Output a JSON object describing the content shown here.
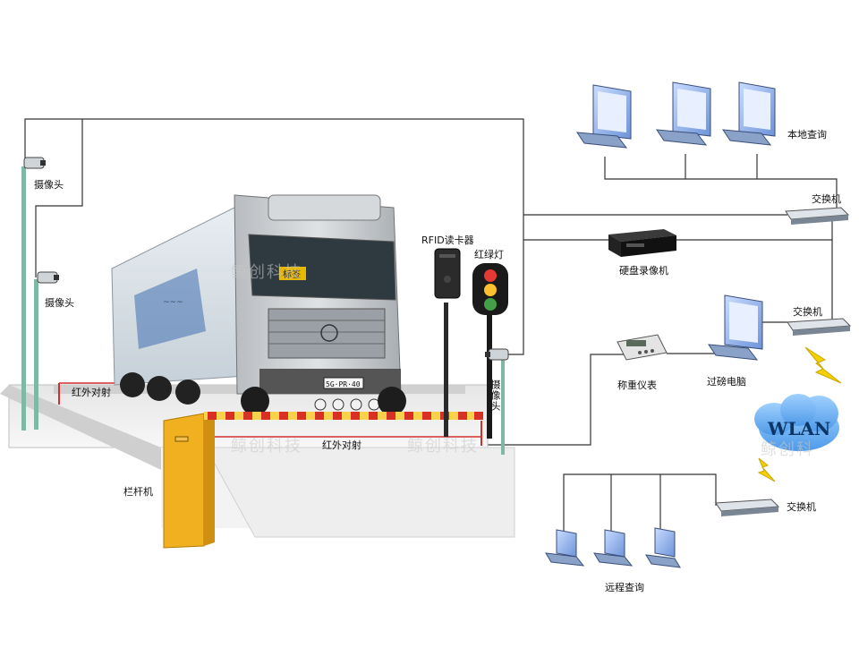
{
  "labels": {
    "camera_top": "摄像头",
    "camera_mid": "摄像头",
    "camera_post": "摄像头",
    "infrared_left": "红外对射",
    "infrared_center": "红外对射",
    "barrier_gate": "栏杆机",
    "rfid_reader": "RFID读卡器",
    "traffic_light": "红绿灯",
    "local_query": "本地查询",
    "switch_top": "交换机",
    "dvr": "硬盘录像机",
    "switch_mid": "交换机",
    "weighing_pc": "过磅电脑",
    "weighing_indicator": "称重仪表",
    "wlan": "WLAN",
    "switch_bottom": "交换机",
    "remote_query": "远程查询",
    "truck_plate_sign": "标签",
    "truck_number_plate": "5G·PR·40"
  },
  "watermarks": [
    "鲸创科技",
    "鲸创科技",
    "鲸创科技",
    "鲸创科"
  ],
  "colors": {
    "line": "#333333",
    "scale_platform": "#d8d8d8",
    "barrier_yellow": "#f0b020",
    "barrier_red": "#d93025",
    "infrared_red": "#d32f2f",
    "device_dark": "#1a1a1a",
    "monitor_blue": "#8aaee6",
    "wlan_cloud": "#6fb1f5",
    "lightning": "#f6d100",
    "pole": "#7fb8a4"
  },
  "icons": [
    "camera-icon",
    "monitor-icon",
    "switch-icon",
    "dvr-icon",
    "weighing-indicator-icon",
    "laptop-icon",
    "cloud-icon",
    "lightning-icon",
    "traffic-light-icon",
    "rfid-reader-icon",
    "truck-icon",
    "barrier-gate-icon"
  ]
}
